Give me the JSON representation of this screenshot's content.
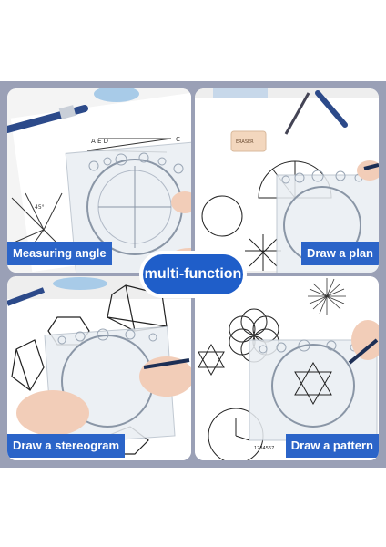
{
  "center_badge": "multi-function",
  "panels": [
    {
      "label": "Measuring angle"
    },
    {
      "label": "Draw a plan"
    },
    {
      "label": "Draw a stereogram"
    },
    {
      "label": "Draw a pattern"
    }
  ],
  "sketch_text": {
    "angle_letters": "A  E  D",
    "angle_letter_c": "C",
    "angle_deg": "45°",
    "eraser_brand": "ERASER",
    "clock_text": "1234567"
  },
  "colors": {
    "frame": "#9aa0b6",
    "label_bg": "#2b64c8",
    "badge_bg": "#1f5ec9"
  }
}
